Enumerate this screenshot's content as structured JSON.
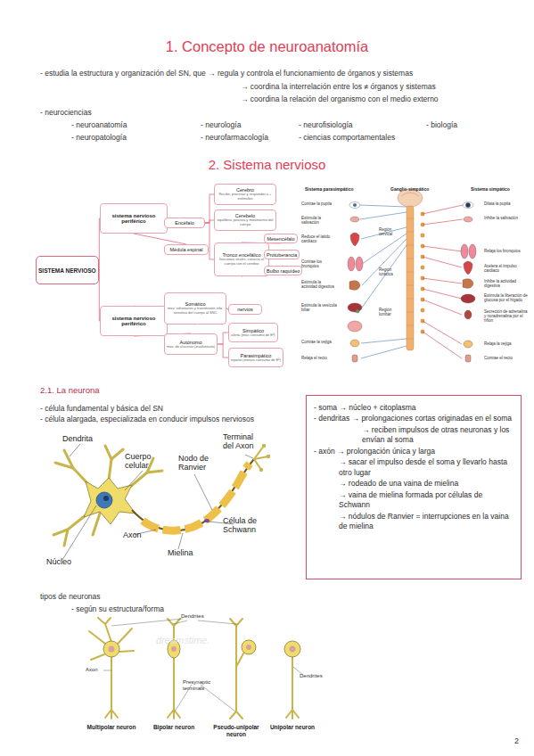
{
  "diagram": {
    "title": "1. Concepto de neuroanatomía",
    "nodes": [
      {
        "text": [
          "SISTEMA NERVIOSO"
        ]
      },
      {
        "text": [
          "sistema nervioso periférico"
        ]
      },
      {
        "text": [
          "sistema nervioso periférico"
        ]
      },
      {
        "text": [
          "Encéfalo"
        ]
      },
      {
        "text": [
          "Médula espinal"
        ]
      },
      {
        "text": [
          "Cerebro",
          "Recibir, procesar y responder a + estímulos"
        ]
      },
      {
        "text": [
          "Cerebelo",
          "equilibrio, postura y movimiento del cuerpo"
        ]
      },
      {
        "text": [
          "Tronco encefálico",
          "funciones vitales; conecta el cuerpo con el cerebro"
        ]
      },
      {
        "text": [
          "Mesencéfalo"
        ]
      },
      {
        "text": [
          "Protuberancia"
        ]
      },
      {
        "text": [
          "Bulbo raquídeo"
        ]
      },
      {
        "text": [
          "Somático",
          "mov. voluntarios y transmisión info. sensitiva del cuerpo al SNC"
        ]
      },
      {
        "text": [
          "nervios"
        ]
      },
      {
        "text": [
          "Autónomo",
          "mov. de vísceras (involuntario)"
        ]
      },
      {
        "text": [
          "Simpático",
          "alerta (más consumo de E²)"
        ]
      },
      {
        "text": [
          "Parasimpático",
          "reposo (menos consumo de E²)"
        ]
      },
      {
        "text": [
          "- soma → núcleo + citoplasma",
          "- dendritas → prolongaciones cortas originadas en el soma",
          "→ reciben impulsos de otras neuronas y los envían al soma",
          "- axón → prolongación única y larga",
          "→ sacar el impulso desde el soma y llevarlo hasta otro lugar",
          "→ rodeado de una vaina de mielina",
          "→ vaina de mielina formada por células de Schwann",
          "→ nódulos de Ranvier = interrupciones en la vaina de mielina"
        ]
      }
    ],
    "edges": [
      {
        "from": 0,
        "to": 1,
        "arrow": "none"
      },
      {
        "from": 0,
        "to": 2,
        "arrow": "none"
      },
      {
        "from": 1,
        "to": 3,
        "arrow": "none"
      },
      {
        "from": 1,
        "to": 4,
        "arrow": "none"
      },
      {
        "from": 3,
        "to": 5,
        "arrow": "none"
      },
      {
        "from": 3,
        "to": 6,
        "arrow": "none"
      },
      {
        "from": 3,
        "to": 7,
        "arrow": "none"
      },
      {
        "from": 7,
        "to": 8,
        "arrow": "none"
      },
      {
        "from": 7,
        "to": 9,
        "arrow": "none"
      },
      {
        "from": 7,
        "to": 10,
        "arrow": "none"
      },
      {
        "from": 2,
        "to": 11,
        "arrow": "none"
      },
      {
        "from": 11,
        "to": 12,
        "arrow": "none"
      },
      {
        "from": 2,
        "to": 13,
        "arrow": "none"
      },
      {
        "from": 13,
        "to": 14,
        "arrow": "none"
      },
      {
        "from": 13,
        "to": 15,
        "arrow": "none"
      }
    ],
    "labels": [
      "- estudia la estructura y organización del SN, que → regula y controla el funcionamiento de órganos y sistemas",
      "→ coordina la interrelación entre los ≠ órganos y sistemas",
      "→ coordina la relación del organismo con el medio externo",
      "- neurociencias",
      "- neuroanatomía",
      "- neurología",
      "- neurofisiología",
      "- biología",
      "- neuropatología",
      "- neurofarmacología",
      "- ciencias comportamentales",
      "2. Sistema nervioso",
      "Sistema parasimpático",
      "Ganglio simpático",
      "Sistema simpático",
      "Contrae la pupila",
      "Estimula la salivación",
      "Reduce el latido cardíaco",
      "Contrae los bronquios",
      "Estimula la actividad digestiva",
      "Estimula la vesícula biliar",
      "Contrae la vejiga",
      "Relaja el recto",
      "Región cervical",
      "Región torácica",
      "Región lumbar",
      "Dilata la pupila",
      "Inhibe la salivación",
      "Relaja los bronquios",
      "Acelera el impulso cardiaco",
      "Inhibe la actividad digestiva",
      "Estimula la liberación de glucosa por el hígado",
      "Secreción de adrenalina y noradrenalina por el riñón",
      "Relaja la vejiga",
      "Contrae el recto",
      "2.1. La neurona",
      "- célula fundamental y básica del SN",
      "- célula alargada, especializada en conducir impulsos nerviosos",
      "Dendrita",
      "Cuerpo celular",
      "Nodo de Ranvier",
      "Terminal del Axon",
      "Axon",
      "Célula de Schwann",
      "Mielina",
      "Núcleo",
      "tipos de neuronas",
      "- según su estructura/forma",
      "Dendrites",
      "Axon",
      "Presynaptic terminals",
      "Dendrites",
      "Multipolar neuron",
      "Bipolar neuron",
      "Pseudo-unipolar neuron",
      "Unipolar neuron",
      "dreamstime.",
      "2"
    ]
  }
}
